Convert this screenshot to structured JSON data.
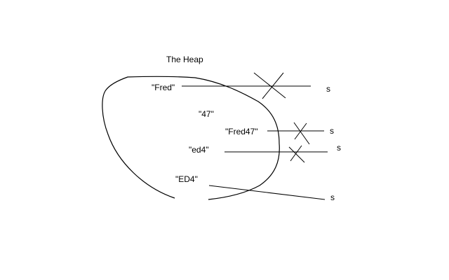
{
  "diagram": {
    "title": "The Heap",
    "strings": [
      {
        "text": "\"Fred\""
      },
      {
        "text": "\"47\""
      },
      {
        "text": "\"Fred47\""
      },
      {
        "text": "\"ed4\""
      },
      {
        "text": "\"ED4\""
      }
    ],
    "references": [
      {
        "label": "s",
        "crossed_out": true
      },
      {
        "label": "s",
        "crossed_out": true
      },
      {
        "label": "s",
        "crossed_out": true
      },
      {
        "label": "s",
        "crossed_out": false
      }
    ],
    "colors": {
      "background": "#ffffff",
      "ink": "#000000"
    }
  }
}
